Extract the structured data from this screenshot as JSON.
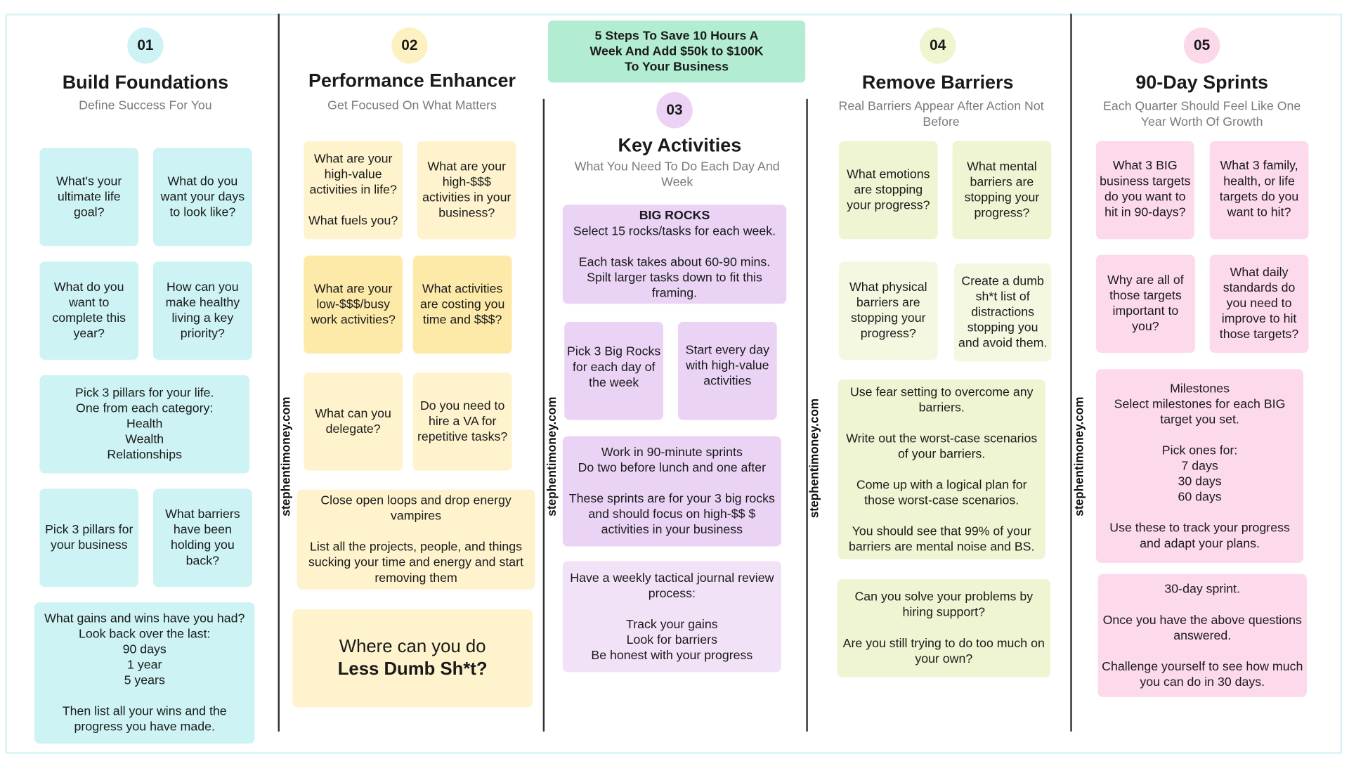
{
  "banner": "5 Steps To Save 10 Hours A\nWeek And Add $50k to $100K\nTo Your Business",
  "watermark": "stephentimoney.com",
  "colors": {
    "cyan": "#cdf3f4",
    "yellow": "#fef3cd",
    "purple": "#ead3f5",
    "green": "#eff5d2",
    "pink": "#fcdaeb",
    "mint": "#b2ecd3"
  },
  "columns": [
    {
      "number": "01",
      "title": "Build Foundations",
      "subtitle": "Define Success For You",
      "cards": [
        "What's your ultimate life goal?",
        "What do you want your days to look like?",
        "What do you want to complete this year?",
        "How can you make healthy living a key priority?",
        "Pick 3 pillars for your life.\nOne from each category:\nHealth\nWealth\nRelationships",
        "Pick 3 pillars for your business",
        "What barriers have been holding you back?",
        "What gains and wins have you had?\nLook back over the last:\n90 days\n1 year\n5 years\n\nThen list all your wins and the progress you have made."
      ]
    },
    {
      "number": "02",
      "title": "Performance Enhancer",
      "subtitle": "Get Focused On What Matters",
      "cards": [
        "What are your high-value activities in life?\n\nWhat fuels you?",
        "What are your high-$$$ activities in your business?",
        "What are your low-$$$/busy work activities?",
        "What activities are costing you time and $$$?",
        "What can you delegate?",
        "Do you need to hire a VA for repetitive tasks?",
        "Close open loops and drop energy vampires\n\nList all the projects, people, and things sucking your time and energy and start removing them"
      ],
      "callout": {
        "line1": "Where can you do",
        "line2": "Less Dumb Sh*t?"
      }
    },
    {
      "number": "03",
      "title": "Key Activities",
      "subtitle": "What You Need To Do Each Day And Week",
      "big_rocks": {
        "heading": "BIG ROCKS",
        "body": "Select 15 rocks/tasks for each week.\n\nEach task takes about 60-90 mins. Spilt larger tasks down to fit this framing."
      },
      "cards": [
        "Pick 3 Big Rocks for each day of the week",
        "Start every day with high-value activities",
        "Work in 90-minute sprints\nDo two before lunch and one after\n\nThese sprints are for your 3 big rocks and should focus on high-$$ $ activities in your business",
        "Have a weekly tactical journal review process:\n\nTrack your gains\nLook for barriers\nBe honest with your progress"
      ]
    },
    {
      "number": "04",
      "title": "Remove Barriers",
      "subtitle": "Real Barriers Appear After Action Not Before",
      "cards": [
        "What emotions are stopping your progress?",
        "What mental barriers are stopping your progress?",
        "What physical barriers are stopping your progress?",
        "Create a dumb sh*t list of distractions stopping you and avoid them.",
        "Use fear setting to overcome any barriers.\n\nWrite out the worst-case scenarios of your barriers.\n\nCome up with a logical plan for those worst-case scenarios.\n\nYou should see that 99% of your barriers are mental noise and BS.",
        "Can you solve your problems by hiring support?\n\nAre you still trying to do too much on your own?"
      ]
    },
    {
      "number": "05",
      "title": "90-Day Sprints",
      "subtitle": "Each Quarter Should Feel Like One Year Worth Of Growth",
      "cards": [
        "What 3 BIG business targets do you want to hit in 90-days?",
        "What 3 family, health, or life targets do you want to hit?",
        "Why are all of those targets important to you?",
        "What daily standards do you need to improve to hit those targets?",
        "Milestones\nSelect milestones for each BIG target you set.\n\nPick ones for:\n7 days\n30 days\n60 days\n\nUse these to track your progress and adapt your plans.",
        "30-day sprint.\n\nOnce you have the above questions answered.\n\nChallenge yourself to see how much you can do in 30 days."
      ]
    }
  ]
}
